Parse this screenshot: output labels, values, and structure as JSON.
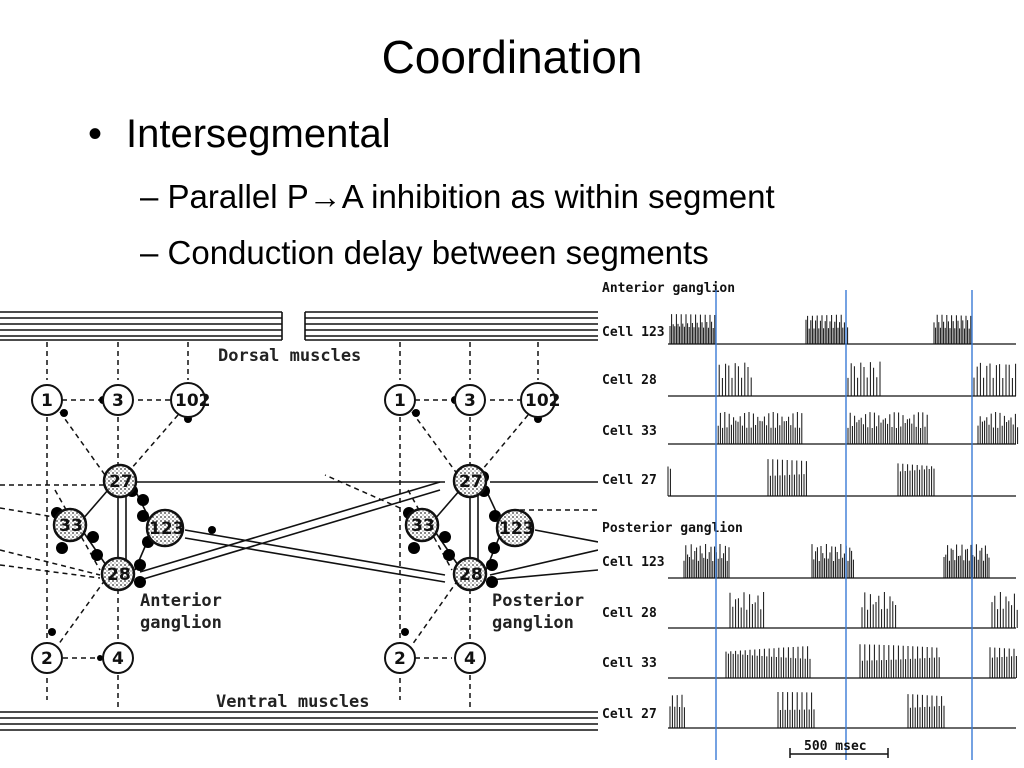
{
  "slide": {
    "title": "Coordination",
    "bullet": "Intersegmental",
    "sub_items": [
      {
        "prefix": "– Parallel P",
        "arrow": "→",
        "suffix": "A inhibition as within segment"
      },
      {
        "text": "– Conduction delay between segments"
      }
    ]
  },
  "diagram": {
    "dorsal_label": "Dorsal muscles",
    "ventral_label": "Ventral muscles",
    "anterior_label": [
      "Anterior",
      "ganglion"
    ],
    "posterior_label": [
      "Posterior",
      "ganglion"
    ],
    "motor_neurons": [
      "1",
      "3",
      "102",
      "2",
      "4"
    ],
    "interneurons": [
      "27",
      "33",
      "123",
      "28"
    ]
  },
  "traces": {
    "anterior_header": "Anterior ganglion",
    "posterior_header": "Posterior ganglion",
    "anterior_cells": [
      "Cell 123",
      "Cell 28",
      "Cell 33",
      "Cell 27"
    ],
    "posterior_cells": [
      "Cell 123",
      "Cell 28",
      "Cell 33",
      "Cell 27"
    ],
    "scale_label": "500 msec",
    "guide_color": "#3a7bd5"
  }
}
